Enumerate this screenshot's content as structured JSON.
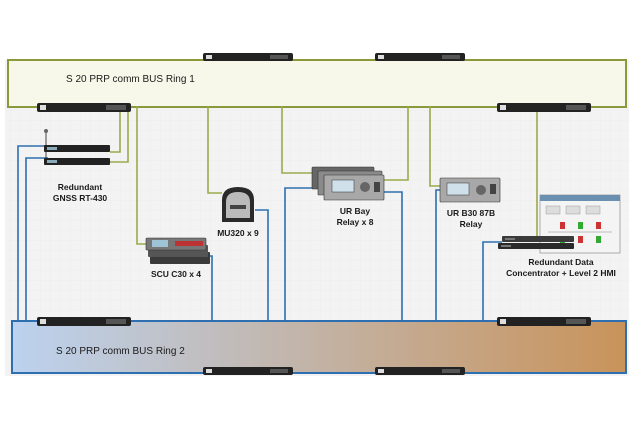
{
  "rings": {
    "top": {
      "label": "S 20 PRP comm BUS Ring 1"
    },
    "bottom": {
      "label": "S 20 PRP comm BUS Ring 2"
    }
  },
  "devices": {
    "gnss": {
      "line1": "Redundant",
      "line2": "GNSS RT-430"
    },
    "scu": {
      "line1": "SCU C30 x 4"
    },
    "mu": {
      "line1": "MU320 x 9"
    },
    "ur_bay": {
      "line1": "UR Bay",
      "line2": "Relay x 8"
    },
    "ur_b30": {
      "line1": "UR B30 87B",
      "line2": "Relay"
    },
    "concentrator": {
      "line1": "Redundant Data",
      "line2": "Concentrator + Level 2 HMI"
    }
  },
  "colors": {
    "green_link": "#9aab4a",
    "blue_link": "#2d6fb0",
    "ring_top_fill": "#f8f8ea",
    "ring_top_stroke": "#8a9a3a",
    "ring_bottom_left": "#bcd2ef",
    "ring_bottom_right": "#c9935a",
    "ring_bottom_stroke": "#2d6fb0",
    "switch_body": "#222222"
  }
}
